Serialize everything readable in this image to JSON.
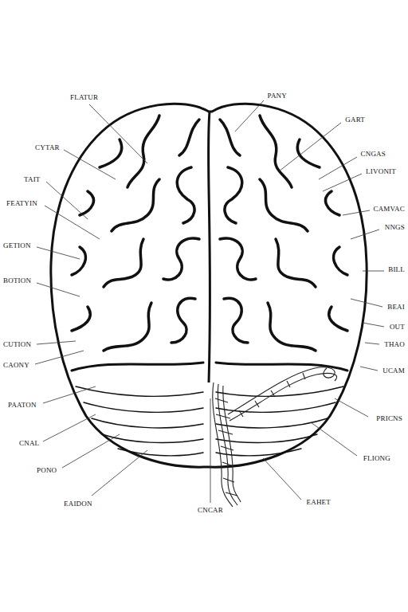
{
  "diagram": {
    "labels": [
      "FLATUR",
      "PANY",
      "GART",
      "CYTAR",
      "CNGAS",
      "LIVONIT",
      "TAIT",
      "FEATYIN",
      "CAMVAC",
      "NNGS",
      "GETION",
      "BILL",
      "BOTION",
      "BEAI",
      "OUT",
      "THAO",
      "CUTION",
      "CAONY",
      "UCAM",
      "PAATON",
      "PRICNS",
      "CNAL",
      "FLIONG",
      "PONO",
      "EAIDON",
      "EAHET",
      "CNCAR"
    ]
  }
}
